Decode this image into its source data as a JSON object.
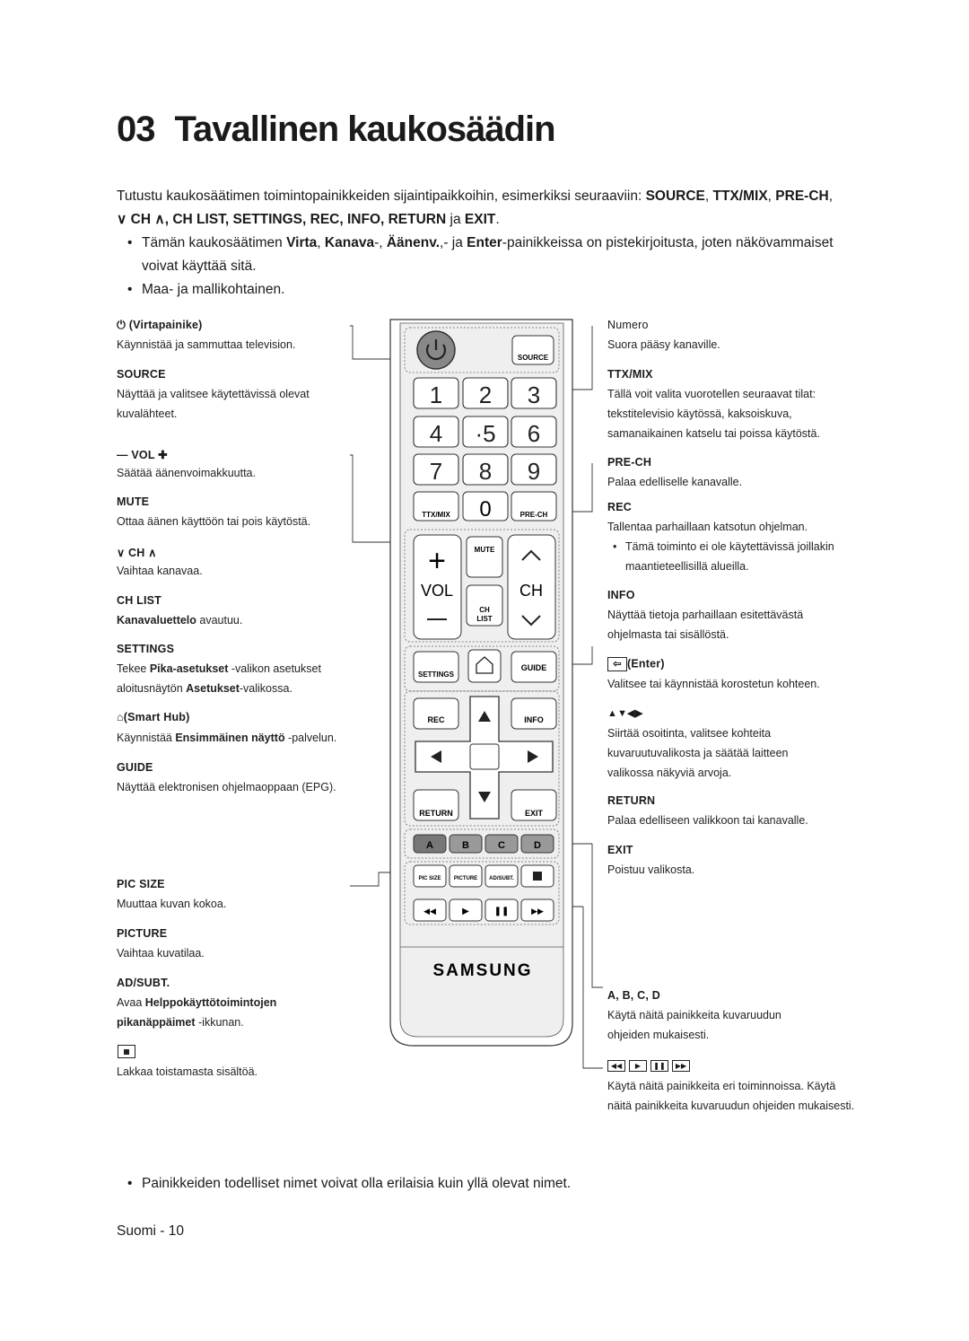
{
  "title": {
    "num": "03",
    "text": "Tavallinen kaukosäädin"
  },
  "intro": {
    "p1_pre": "Tutustu kaukosäätimen toimintopainikkeiden sijaintipaikkoihin, esimerkiksi seuraaviin: ",
    "p1_keys1": "SOURCE",
    "p1_keys2": "TTX/MIX",
    "p1_keys3": "PRE-CH",
    "p2_ch": "CH",
    "p2_keys": ", CH LIST, SETTINGS, REC, INFO, RETURN",
    "p2_ja": " ja ",
    "p2_exit": "EXIT",
    "b1_a": "Tämän kaukosäätimen ",
    "b1_virta": "Virta",
    "b1_b": ", ",
    "b1_kanava": "Kanava",
    "b1_c": "-, ",
    "b1_aanenv": "Äänenv.",
    "b1_d": ",- ja ",
    "b1_enter": "Enter",
    "b1_e": "-painikkeissa on pistekirjoitusta, joten näkövammaiset voivat käyttää sitä.",
    "b2": "Maa- ja mallikohtainen."
  },
  "left": [
    {
      "label": "(Virtapainike)",
      "desc": "Käynnistää ja sammuttaa television."
    },
    {
      "label": "SOURCE",
      "desc": "Näyttää ja valitsee käytettävissä olevat kuvalähteet."
    },
    {
      "label": "VOL",
      "desc": "Säätää äänenvoimakkuutta."
    },
    {
      "label": "MUTE",
      "desc": "Ottaa äänen käyttöön tai pois käytöstä."
    },
    {
      "label": "CH",
      "desc": "Vaihtaa kanavaa."
    },
    {
      "label": "CH LIST",
      "desc_b": "Kanavaluettelo",
      "desc": " avautuu."
    },
    {
      "label": "SETTINGS",
      "desc_a": "Tekee ",
      "desc_b": "Pika-asetukset",
      "desc_c": " -valikon asetukset aloitusnäytön ",
      "desc_d": "Asetukset",
      "desc_e": "-valikossa."
    },
    {
      "label": "(Smart Hub)",
      "desc_a": "Käynnistää ",
      "desc_b": "Ensimmäinen näyttö",
      "desc_c": " -palvelun."
    },
    {
      "label": "GUIDE",
      "desc": "Näyttää elektronisen ohjelmaoppaan (EPG)."
    },
    {
      "label": "PIC SIZE",
      "desc": "Muuttaa kuvan kokoa."
    },
    {
      "label": "PICTURE",
      "desc": "Vaihtaa kuvatilaa."
    },
    {
      "label": "AD/SUBT.",
      "desc_a": "Avaa ",
      "desc_b": "Helppokäyttötoimintojen pikanäppäimet",
      "desc_c": " -ikkunan."
    },
    {
      "label": "",
      "desc": "Lakkaa toistamasta sisältöä."
    }
  ],
  "right": [
    {
      "label": "Numero",
      "desc": "Suora pääsy kanaville."
    },
    {
      "label": "TTX/MIX",
      "desc": "Tällä voit valita vuorotellen seuraavat tilat: tekstitelevisio käytössä, kaksoiskuva, samanaikainen katselu tai poissa käytöstä."
    },
    {
      "label": "PRE-CH",
      "desc": "Palaa edelliselle kanavalle."
    },
    {
      "label": "REC",
      "desc": "Tallentaa parhaillaan katsotun ohjelman.",
      "sub": "Tämä toiminto ei ole käytettävissä joillakin maantieteellisillä alueilla."
    },
    {
      "label": "INFO",
      "desc": "Näyttää tietoja parhaillaan esitettävästä ohjelmasta tai sisällöstä."
    },
    {
      "label": "(Enter)",
      "desc": "Valitsee tai käynnistää korostetun kohteen."
    },
    {
      "label": "▲▼◀▶",
      "desc": "Siirtää osoitinta, valitsee kohteita kuvaruutuvalikosta ja säätää laitteen valikossa näkyviä arvoja."
    },
    {
      "label": "RETURN",
      "desc": "Palaa edelliseen valikkoon tai kanavalle."
    },
    {
      "label": "EXIT",
      "desc": "Poistuu valikosta."
    },
    {
      "label": "A, B, C, D",
      "desc": "Käytä näitä painikkeita kuvaruudun ohjeiden mukaisesti."
    },
    {
      "label": "",
      "desc": "Käytä näitä painikkeita eri toiminnoissa. Käytä näitä painikkeita kuvaruudun ohjeiden mukaisesti."
    }
  ],
  "remote": {
    "source": "SOURCE",
    "ttx": "TTX/MIX",
    "prech": "PRE-CH",
    "digits": [
      "1",
      "2",
      "3",
      "4",
      "·5",
      "6",
      "7",
      "8",
      "9",
      "0"
    ],
    "vol": "VOL",
    "ch": "CH",
    "mute": "MUTE",
    "chlist_1": "CH",
    "chlist_2": "LIST",
    "settings": "SETTINGS",
    "guide": "GUIDE",
    "rec": "REC",
    "info": "INFO",
    "return": "RETURN",
    "exit": "EXIT",
    "colors": [
      "A",
      "B",
      "C",
      "D"
    ],
    "picsize": "PIC SIZE",
    "picture": "PICTURE",
    "adsubt": "AD/SUBT.",
    "brand": "SAMSUNG"
  },
  "footer": {
    "note": "Painikkeiden todelliset nimet voivat olla erilaisia kuin yllä olevat nimet.",
    "page": "Suomi - 10"
  }
}
